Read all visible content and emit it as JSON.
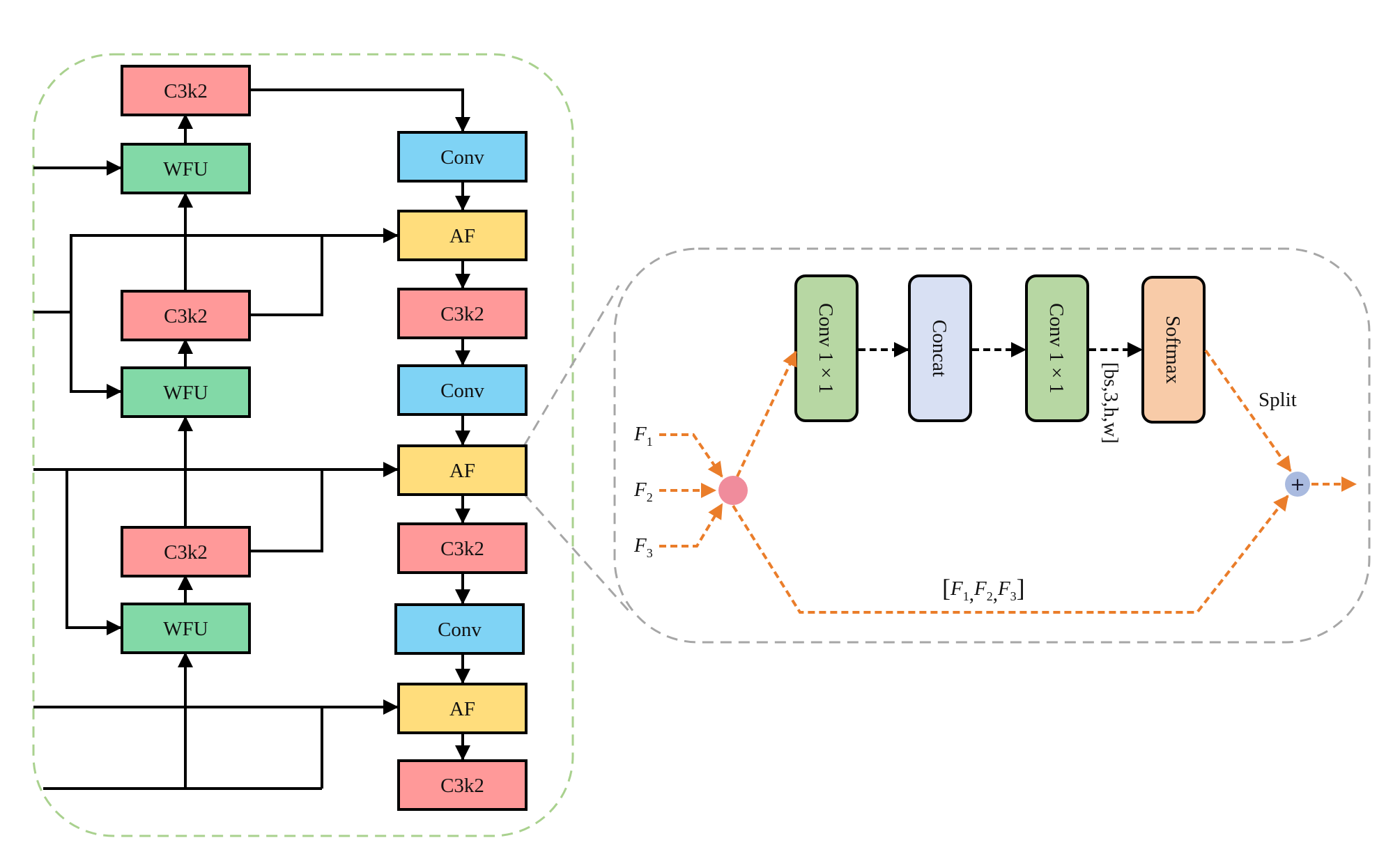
{
  "colors": {
    "c3k2": "#ff9999",
    "wfu": "#82d9a7",
    "conv": "#7fd3f5",
    "af": "#ffdd7c",
    "conv1x1": "#b7d7a3",
    "concat": "#d8e0f3",
    "softmax": "#f8cba8",
    "fusion_node": "#f08c9c",
    "add_node": "#a9badf",
    "orange_flow": "#ea7d2a",
    "outer_border": "#a9d18e",
    "detail_border": "#a6a6a6"
  },
  "left_column": [
    {
      "id": "lc3k2-1",
      "label": "C3k2",
      "type": "c3k2"
    },
    {
      "id": "lwfu-1",
      "label": "WFU",
      "type": "wfu"
    },
    {
      "id": "lc3k2-2",
      "label": "C3k2",
      "type": "c3k2"
    },
    {
      "id": "lwfu-2",
      "label": "WFU",
      "type": "wfu"
    },
    {
      "id": "lc3k2-3",
      "label": "C3k2",
      "type": "c3k2"
    },
    {
      "id": "lwfu-3",
      "label": "WFU",
      "type": "wfu"
    }
  ],
  "right_column": [
    {
      "id": "rconv-1",
      "label": "Conv",
      "type": "conv"
    },
    {
      "id": "raf-1",
      "label": "AF",
      "type": "af"
    },
    {
      "id": "rc3k2-1",
      "label": "C3k2",
      "type": "c3k2"
    },
    {
      "id": "rconv-2",
      "label": "Conv",
      "type": "conv"
    },
    {
      "id": "raf-2",
      "label": "AF",
      "type": "af"
    },
    {
      "id": "rc3k2-2",
      "label": "C3k2",
      "type": "c3k2"
    },
    {
      "id": "rconv-3",
      "label": "Conv",
      "type": "conv"
    },
    {
      "id": "raf-3",
      "label": "AF",
      "type": "af"
    },
    {
      "id": "rc3k2-3",
      "label": "C3k2",
      "type": "c3k2"
    }
  ],
  "detail": {
    "blocks": [
      {
        "id": "conv1x1-a",
        "label": "Conv 1 × 1",
        "type": "conv1x1"
      },
      {
        "id": "concat",
        "label": "Concat",
        "type": "concat"
      },
      {
        "id": "conv1x1-b",
        "label": "Conv 1 × 1",
        "type": "conv1x1"
      },
      {
        "id": "softmax",
        "label": "Softmax",
        "type": "softmax"
      }
    ],
    "shape_label": "[bs,3,h,w]",
    "split_label": "Split",
    "inputs": [
      {
        "base": "F",
        "sub": "1"
      },
      {
        "base": "F",
        "sub": "2"
      },
      {
        "base": "F",
        "sub": "3"
      }
    ],
    "concat_label": {
      "open": "[",
      "close": "]",
      "items": [
        {
          "base": "F",
          "sub": "1"
        },
        {
          "base": "F",
          "sub": "2"
        },
        {
          "base": "F",
          "sub": "3"
        }
      ]
    },
    "add_symbol": "+"
  }
}
